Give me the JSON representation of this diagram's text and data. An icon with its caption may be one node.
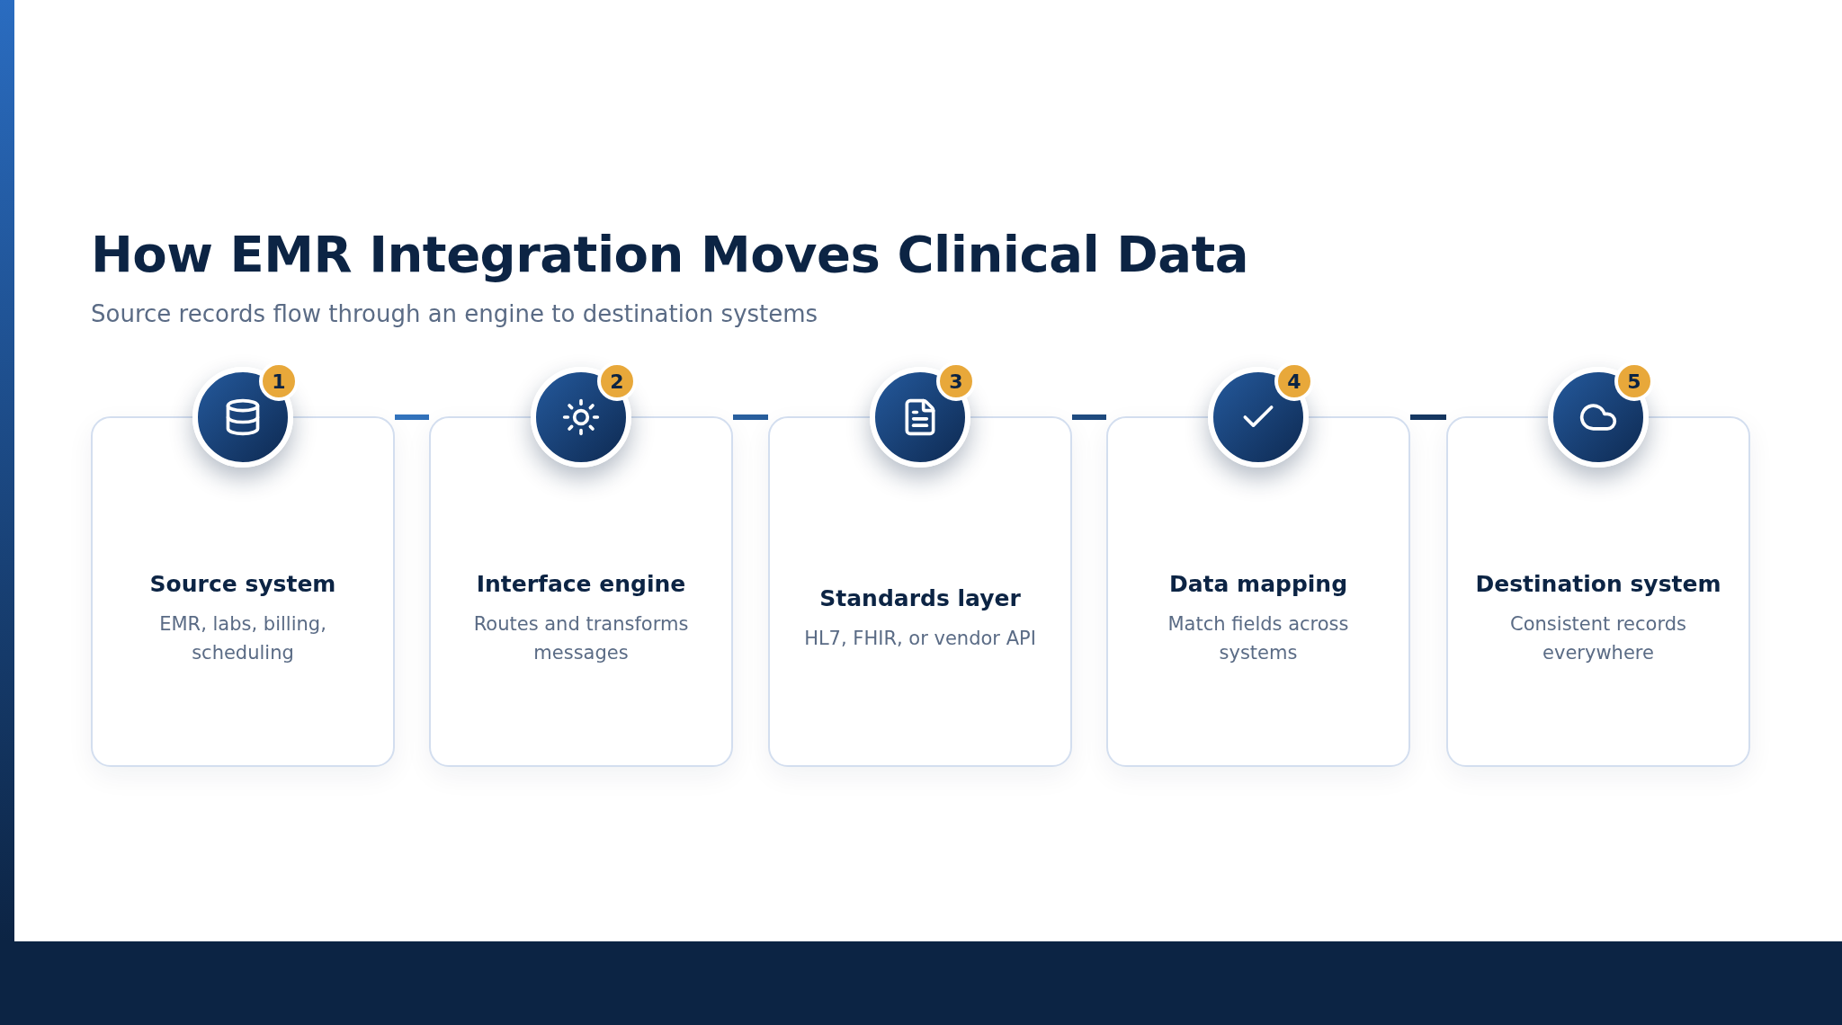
{
  "diagram": {
    "title": "How EMR Integration Moves Clinical Data",
    "nodes": [
      {
        "text": [
          "Source system",
          "EMR, labs, billing, scheduling"
        ]
      },
      {
        "text": [
          "Interface engine",
          "Routes and transforms messages"
        ]
      },
      {
        "text": [
          "Standards layer",
          "HL7, FHIR, or vendor API"
        ]
      },
      {
        "text": [
          "Data mapping",
          "Match fields across systems"
        ]
      },
      {
        "text": [
          "Destination system",
          "Consistent records everywhere"
        ]
      }
    ],
    "edges": [
      {
        "from": 0,
        "to": 1,
        "arrow": "none",
        "style": "thick"
      },
      {
        "from": 1,
        "to": 2,
        "arrow": "none",
        "style": "thick"
      },
      {
        "from": 2,
        "to": 3,
        "arrow": "none",
        "style": "thick"
      },
      {
        "from": 3,
        "to": 4,
        "arrow": "none",
        "style": "thick"
      }
    ],
    "labels": [
      "Source records flow through an engine to destination systems",
      "1",
      "2",
      "3",
      "4",
      "5"
    ]
  }
}
